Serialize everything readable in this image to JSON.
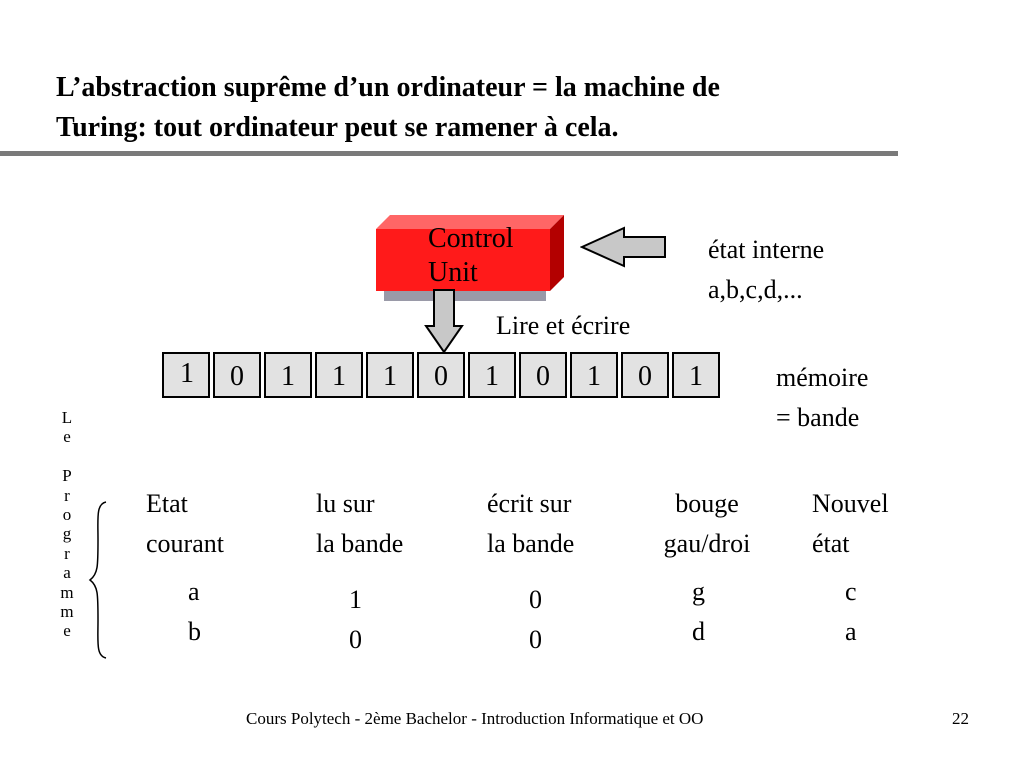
{
  "title": {
    "line1": "L’abstraction suprême d’un ordinateur = la machine de",
    "line2": "Turing:  tout ordinateur peut se ramener à cela."
  },
  "control_unit": {
    "line1": "Control",
    "line2": "Unit",
    "color": "#ff1a1a"
  },
  "state_label": {
    "line1": "état interne",
    "line2": "a,b,c,d,..."
  },
  "rw_label": "Lire et  écrire",
  "tape": {
    "cells": [
      "1",
      "0",
      "1",
      "1",
      "1",
      "0",
      "1",
      "0",
      "1",
      "0",
      "1"
    ],
    "label_line1": "mémoire",
    "label_line2": "= bande"
  },
  "program_label_letters": [
    "L",
    "e",
    "",
    "P",
    "r",
    "o",
    "g",
    "r",
    "a",
    "m",
    "m",
    "e"
  ],
  "program_table": {
    "headers": [
      {
        "line1": "Etat",
        "line2": "courant"
      },
      {
        "line1": "lu sur",
        "line2": "la bande"
      },
      {
        "line1": "écrit sur",
        "line2": "la bande"
      },
      {
        "line1": "bouge",
        "line2": "gau/droi"
      },
      {
        "line1": "Nouvel",
        "line2": "état"
      }
    ],
    "rows": [
      [
        "a",
        "1",
        "0",
        "g",
        "c"
      ],
      [
        "b",
        "0",
        "0",
        "d",
        "a"
      ]
    ]
  },
  "footer": "Cours Polytech - 2ème Bachelor - Introduction Informatique et OO",
  "page_number": "22"
}
